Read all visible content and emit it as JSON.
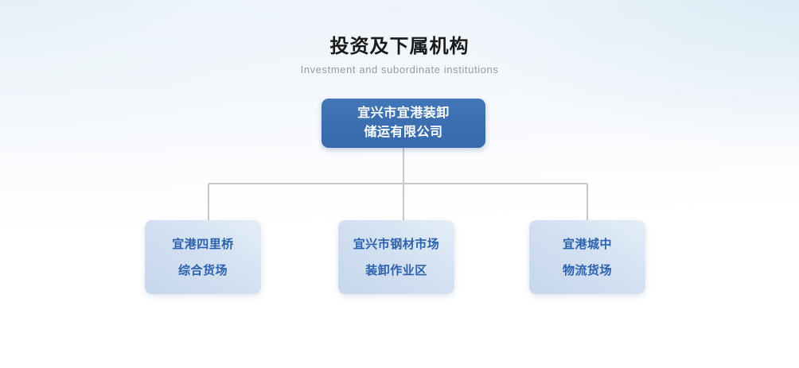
{
  "page": {
    "title": "投资及下属机构",
    "subtitle": "Investment and subordinate institutions"
  },
  "colors": {
    "root_fill": "#3a6eb0",
    "root_text": "#ffffff",
    "child_fill": "#cbdcef",
    "child_text": "#2c62ad",
    "connector": "#c8c8c8",
    "title_text": "#1a1a1a",
    "subtitle_text": "#9a9a9a",
    "background_top": "#edf4fa",
    "background_bottom": "#ffffff"
  },
  "org_chart": {
    "root": {
      "name": "宜兴市宜港装卸储运有限公司",
      "lines": [
        "宜兴市宜港装卸",
        "储运有限公司"
      ]
    },
    "children": [
      {
        "name": "宜港四里桥综合货场",
        "lines": [
          "宜港四里桥",
          "综合货场"
        ]
      },
      {
        "name": "宜兴市钢材市场装卸作业区",
        "lines": [
          "宜兴市钢材市场",
          "装卸作业区"
        ]
      },
      {
        "name": "宜港城中物流货场",
        "lines": [
          "宜港城中",
          "物流货场"
        ]
      }
    ]
  }
}
